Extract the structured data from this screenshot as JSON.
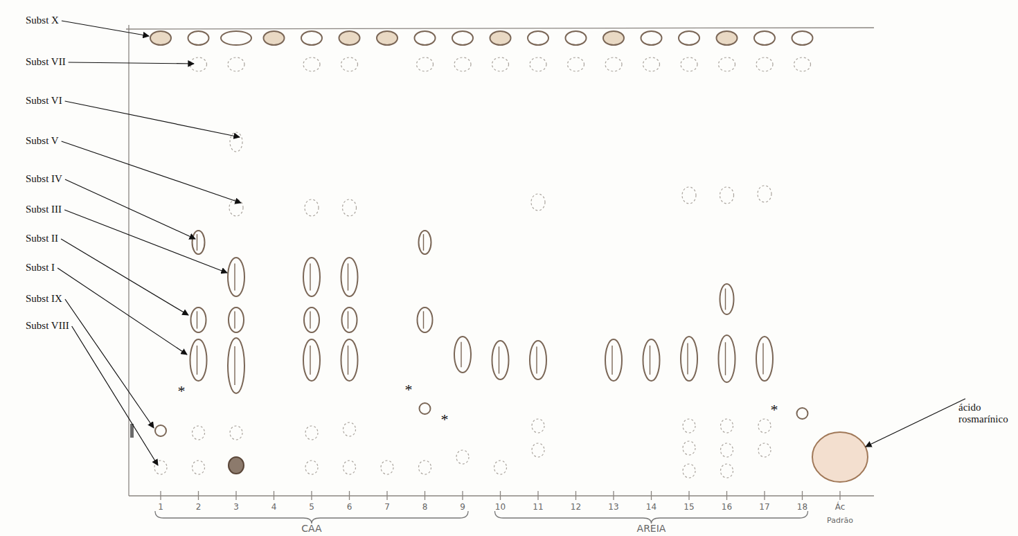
{
  "diagram": {
    "labels": [
      "Subst X",
      "Subst VII",
      "Subst VI",
      "Subst V",
      "Subst IV",
      "Subst III",
      "Subst II",
      "Subst I",
      "Subst IX",
      "Subst VIII",
      "ácido rosmarínico",
      "*",
      "*",
      "*",
      "*",
      "1",
      "2",
      "3",
      "4",
      "5",
      "6",
      "7",
      "8",
      "9",
      "10",
      "11",
      "12",
      "13",
      "14",
      "15",
      "16",
      "17",
      "18",
      "Ác",
      "CAA",
      "AREIA",
      "Padrão"
    ]
  }
}
